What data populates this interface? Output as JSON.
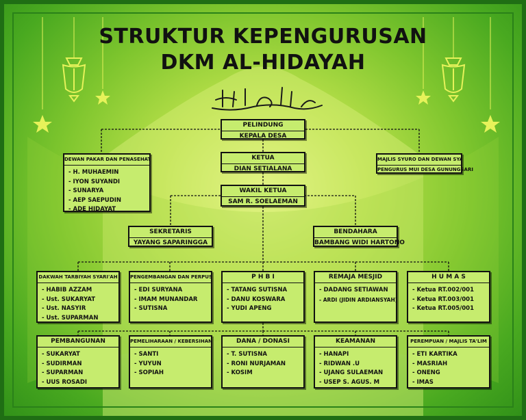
{
  "title": {
    "line1": "STRUKTUR KEPENGURUSAN",
    "line2": "DKM AL-HIDAYAH"
  },
  "colors": {
    "background_center": "#e8f58a",
    "background_edge": "#2f8f18",
    "box_fill": "#c6ec6e",
    "border": "#111111",
    "lantern": "#e6f25a"
  },
  "pelindung": {
    "title": "PELINDUNG",
    "name": "KEPALA DESA"
  },
  "ketua": {
    "title": "KETUA",
    "name": "DIAN SETIALANA"
  },
  "wakil_ketua": {
    "title": "WAKIL KETUA",
    "name": "SAM R. SOELAEMAN"
  },
  "dewan_pakar": {
    "title": "DEWAN PAKAR DAN PENASEHAT",
    "members": [
      "H. MUHAEMIN",
      "IYON SUYANDI",
      "SUNARYA",
      "AEP SAEPUDIN",
      "ADE HIDAYAT"
    ]
  },
  "majlis_syuro": {
    "title": "MAJLIS SYURO DAN DEWAN SYARI'AH",
    "name": "PENGURUS MUI DESA GUNUNGSARI"
  },
  "sekretaris": {
    "title": "SEKRETARIS",
    "name": "YAYANG SAPARINGGA"
  },
  "bendahara": {
    "title": "BENDAHARA",
    "name": "BAMBANG WIDI HARTONO"
  },
  "divisions_row1": [
    {
      "title": "DAKWAH TARBIYAH SYARI'AH",
      "members": [
        "HABIB AZZAM",
        "Ust. SUKARYAT",
        "Ust. NASYIR",
        "Ust. SUPARMAN"
      ]
    },
    {
      "title": "PENGEMBANGAN DAN PERPUSTAKAAN",
      "members": [
        "EDI SURYANA",
        "IMAM MUNANDAR",
        "SUTISNA"
      ]
    },
    {
      "title": "P H B I",
      "members": [
        "TATANG SUTISNA",
        "DANU KOSWARA",
        "YUDI APENG"
      ]
    },
    {
      "title": "REMAJA MESJID",
      "members": [
        "DADANG SETIAWAN",
        "ARDI (JIDIN ARDIANSYAH)"
      ]
    },
    {
      "title": "H U M A S",
      "members": [
        "Ketua RT.002/001",
        "Ketua RT.003/001",
        "Ketua RT.005/001"
      ]
    }
  ],
  "divisions_row2": [
    {
      "title": "PEMBANGUNAN",
      "members": [
        "SUKARYAT",
        "SUDIRMAN",
        "SUPARMAN",
        "UUS ROSADI"
      ]
    },
    {
      "title": "PEMELIHARAAN / KEBERSIHAN",
      "members": [
        "SANTI",
        "YUYUN",
        "SOPIAH"
      ]
    },
    {
      "title": "DANA / DONASI",
      "members": [
        "T. SUTISNA",
        "RONI NURJAMAN",
        "KOSIM"
      ]
    },
    {
      "title": "KEAMANAN",
      "members": [
        "HANAPI",
        "RIDWAN .U",
        "UJANG SULAEMAN",
        "USEP S. AGUS. M"
      ]
    },
    {
      "title": "PEREMPUAN / MAJLIS TA'LIM",
      "members": [
        "ETI KARTIKA",
        "MASRIAH",
        "ONENG",
        "IMAS"
      ]
    }
  ],
  "icons": [
    "hanging-lantern-icon",
    "star-icon",
    "crescent-icon",
    "calligraphy-basmalah-icon"
  ]
}
